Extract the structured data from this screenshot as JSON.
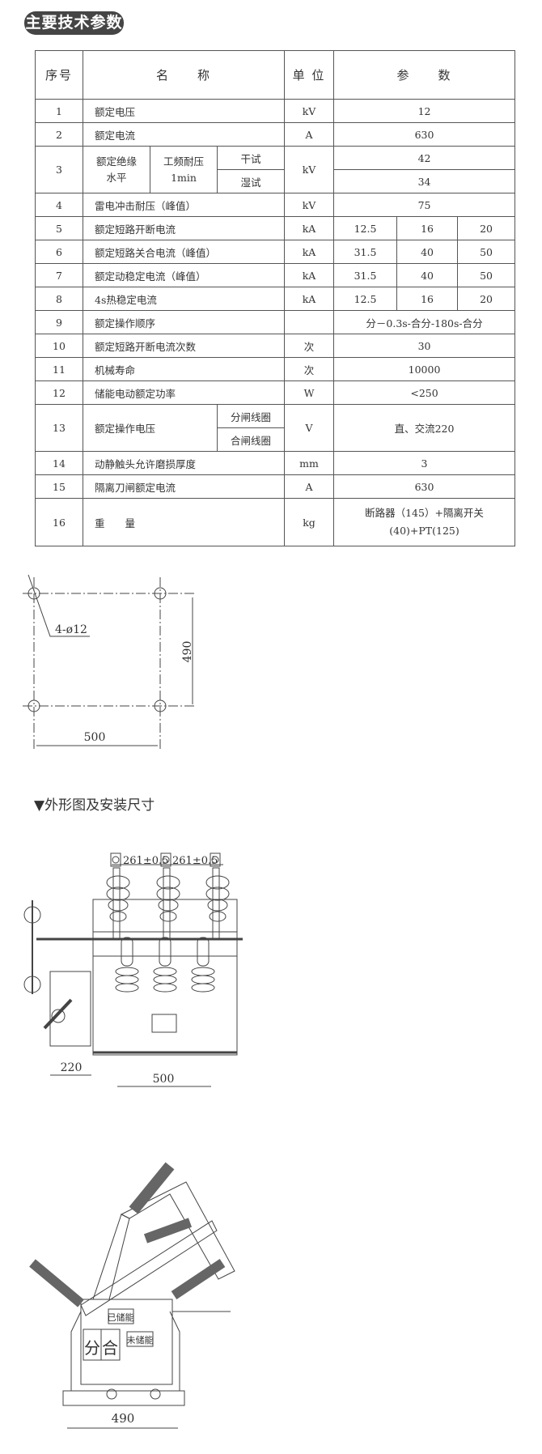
{
  "title": "主要技术参数",
  "table": {
    "headers": {
      "no": "序号",
      "name": "名　　称",
      "unit": "单 位",
      "value": "参　　数"
    },
    "rows": [
      {
        "no": "1",
        "name": "额定电压",
        "unit": "kV",
        "value": "12"
      },
      {
        "no": "2",
        "name": "额定电流",
        "unit": "A",
        "value": "630"
      },
      {
        "no": "3",
        "name_a": "额定绝缘水平",
        "name_b": "工频耐压1min",
        "sub1": "干试",
        "sub2": "湿试",
        "unit": "kV",
        "value1": "42",
        "value2": "34"
      },
      {
        "no": "4",
        "name": "雷电冲击耐压（峰值）",
        "unit": "kV",
        "value": "75"
      },
      {
        "no": "5",
        "name": "额定短路开断电流",
        "unit": "kA",
        "values": [
          "12.5",
          "16",
          "20"
        ]
      },
      {
        "no": "6",
        "name": "额定短路关合电流（峰值）",
        "unit": "kA",
        "values": [
          "31.5",
          "40",
          "50"
        ]
      },
      {
        "no": "7",
        "name": "额定动稳定电流（峰值）",
        "unit": "kA",
        "values": [
          "31.5",
          "40",
          "50"
        ]
      },
      {
        "no": "8",
        "name": "4s热稳定电流",
        "unit": "kA",
        "values": [
          "12.5",
          "16",
          "20"
        ]
      },
      {
        "no": "9",
        "name": "额定操作顺序",
        "unit": "",
        "value": "分－0.3s-合分-180s-合分"
      },
      {
        "no": "10",
        "name": "额定短路开断电流次数",
        "unit": "次",
        "value": "30"
      },
      {
        "no": "11",
        "name": "机械寿命",
        "unit": "次",
        "value": "10000"
      },
      {
        "no": "12",
        "name": "储能电动额定功率",
        "unit": "W",
        "value": "<250"
      },
      {
        "no": "13",
        "name": "额定操作电压",
        "sub1": "分闸线圈",
        "sub2": "合闸线圈",
        "unit": "V",
        "value": "直、交流220"
      },
      {
        "no": "14",
        "name": "动静触头允许磨损厚度",
        "unit": "mm",
        "value": "3"
      },
      {
        "no": "15",
        "name": "隔离刀闸额定电流",
        "unit": "A",
        "value": "630"
      },
      {
        "no": "16",
        "name": "重　　量",
        "unit": "kg",
        "value_line1": "断路器（145）+隔离开关",
        "value_line2": "(40)+PT(125)"
      }
    ]
  },
  "mounting": {
    "holes": "4-ø12",
    "height": "490",
    "width": "500"
  },
  "outline_heading": "▼外形图及安装尺寸",
  "front_view": {
    "spacing1": "261±0.5",
    "spacing2": "261±0.5",
    "mech_width": "220",
    "base_width": "500"
  },
  "side_view": {
    "open": "分",
    "close": "合",
    "charged": "已储能",
    "uncharged": "未储能",
    "width": "490"
  },
  "colors": {
    "badge": "#454545",
    "line": "#444444"
  }
}
